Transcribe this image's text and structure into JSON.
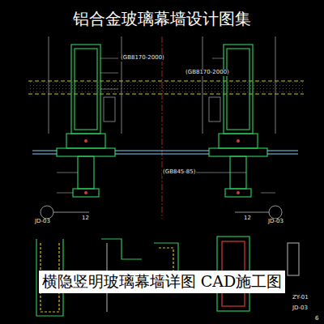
{
  "diagram": {
    "title": "铝合金玻璃幕墙设计图集",
    "caption": "横隐竖明玻璃幕墙详图 CAD施工图",
    "labels": [
      "(GB8170-2000)",
      "(GB845-85)",
      "(GB8170-2000)",
      "JD-03",
      "12",
      "12",
      "JD-03",
      "ZY-01",
      "JD-03",
      "6"
    ]
  }
}
